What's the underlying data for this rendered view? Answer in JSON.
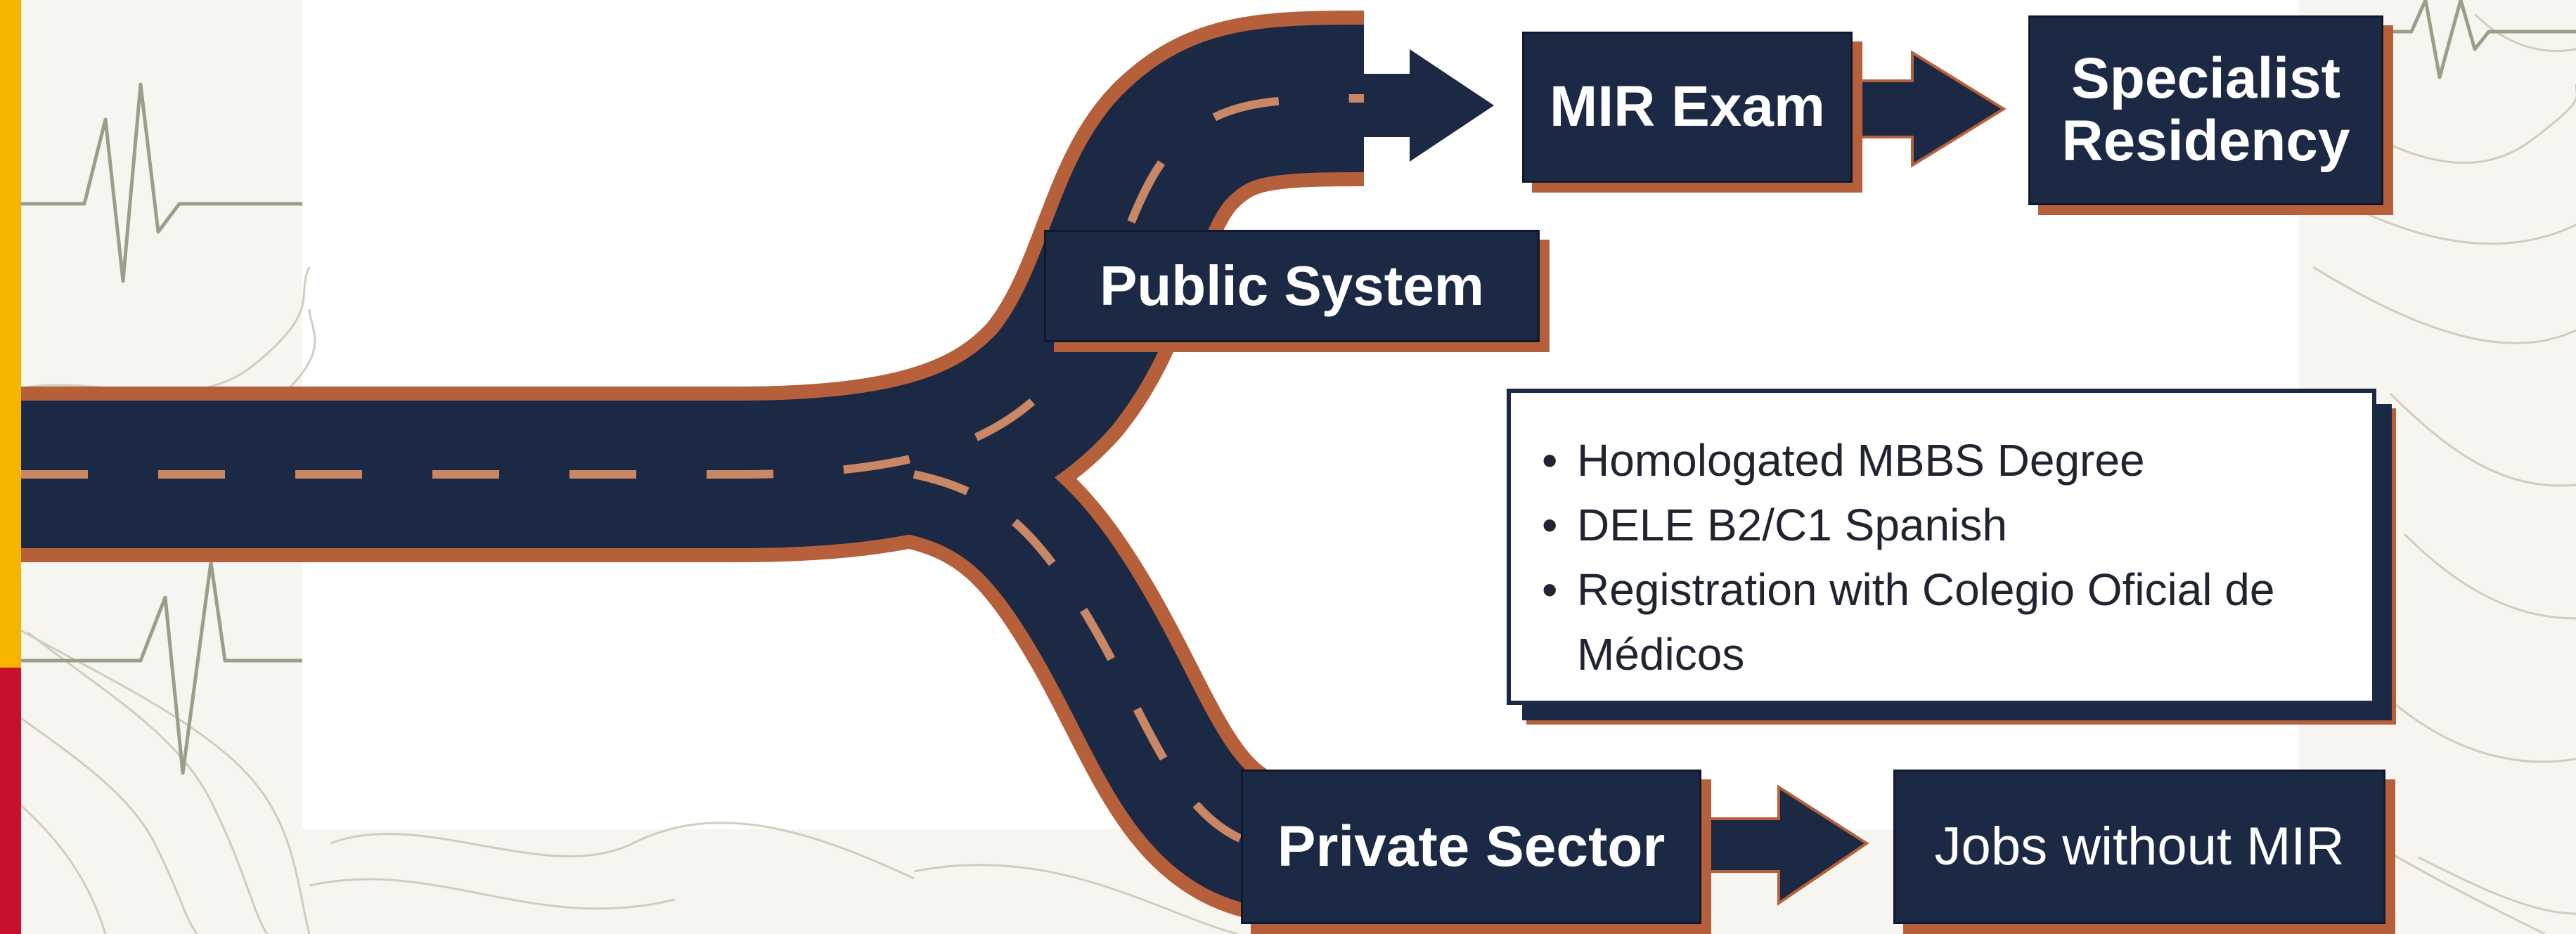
{
  "colors": {
    "navy": "#1c2944",
    "copper": "#b5603b",
    "dash": "#c98766",
    "yellow_stripe": "#f4b400",
    "red_stripe": "#c8102e"
  },
  "nodes": {
    "public_system": "Public System",
    "mir_exam": "MIR Exam",
    "specialist_residency": [
      "Specialist",
      "Residency"
    ],
    "private_sector": "Private Sector",
    "jobs_without_mir": "Jobs without MIR"
  },
  "requirements": [
    "Homologated MBBS Degree",
    "DELE B2/C1 Spanish",
    "Registration with Colegio Oficial de Médicos"
  ],
  "decorations": [
    "ecg-line-icon",
    "topographic-lines"
  ]
}
